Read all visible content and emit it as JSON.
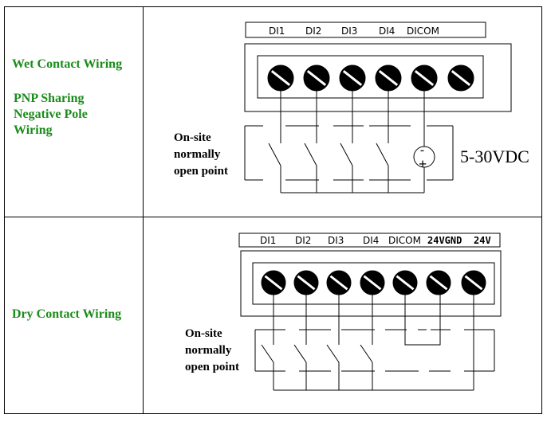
{
  "rows": [
    {
      "title": "Wet Contact Wiring",
      "subtitle": "PNP Sharing Negative Pole Wiring",
      "terminals": [
        "DI1",
        "DI2",
        "DI3",
        "DI4",
        "DICOM"
      ],
      "note": [
        "On-site",
        "normally",
        "open point"
      ],
      "supply": "5-30VDC",
      "battery_minus": "-",
      "battery_plus": "+"
    },
    {
      "title": "Dry Contact Wiring",
      "terminals": [
        "DI1",
        "DI2",
        "DI3",
        "DI4",
        "DICOM"
      ],
      "terminals_bold": [
        "24VGND",
        "24V"
      ],
      "note": [
        "On-site",
        "normally",
        "open point"
      ]
    }
  ],
  "colors": {
    "label": "#1a8c1a"
  }
}
